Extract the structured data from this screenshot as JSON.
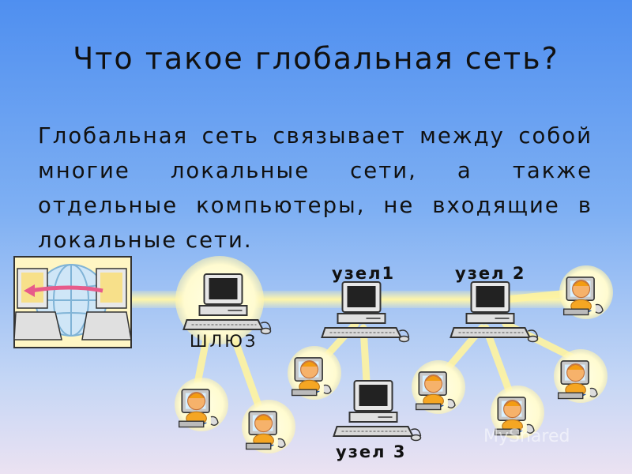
{
  "slide": {
    "title": "Что такое глобальная сеть?",
    "body": "Глобальная сеть связывает между собой многие локальные сети, а также отдельные компьютеры, не входящие в локальные сети."
  },
  "diagram": {
    "labels": {
      "node1": "узел1",
      "node2": "узел 2",
      "node3": "узел 3",
      "gateway": "ШЛЮЗ"
    },
    "icons": [
      "globe-network-icon",
      "computer-icon",
      "user-at-computer-icon"
    ],
    "colors": {
      "link": "#fff3a0",
      "node_halo": "#fffbd0",
      "arrow": "#e75a8a"
    }
  },
  "watermark": "MyShared"
}
